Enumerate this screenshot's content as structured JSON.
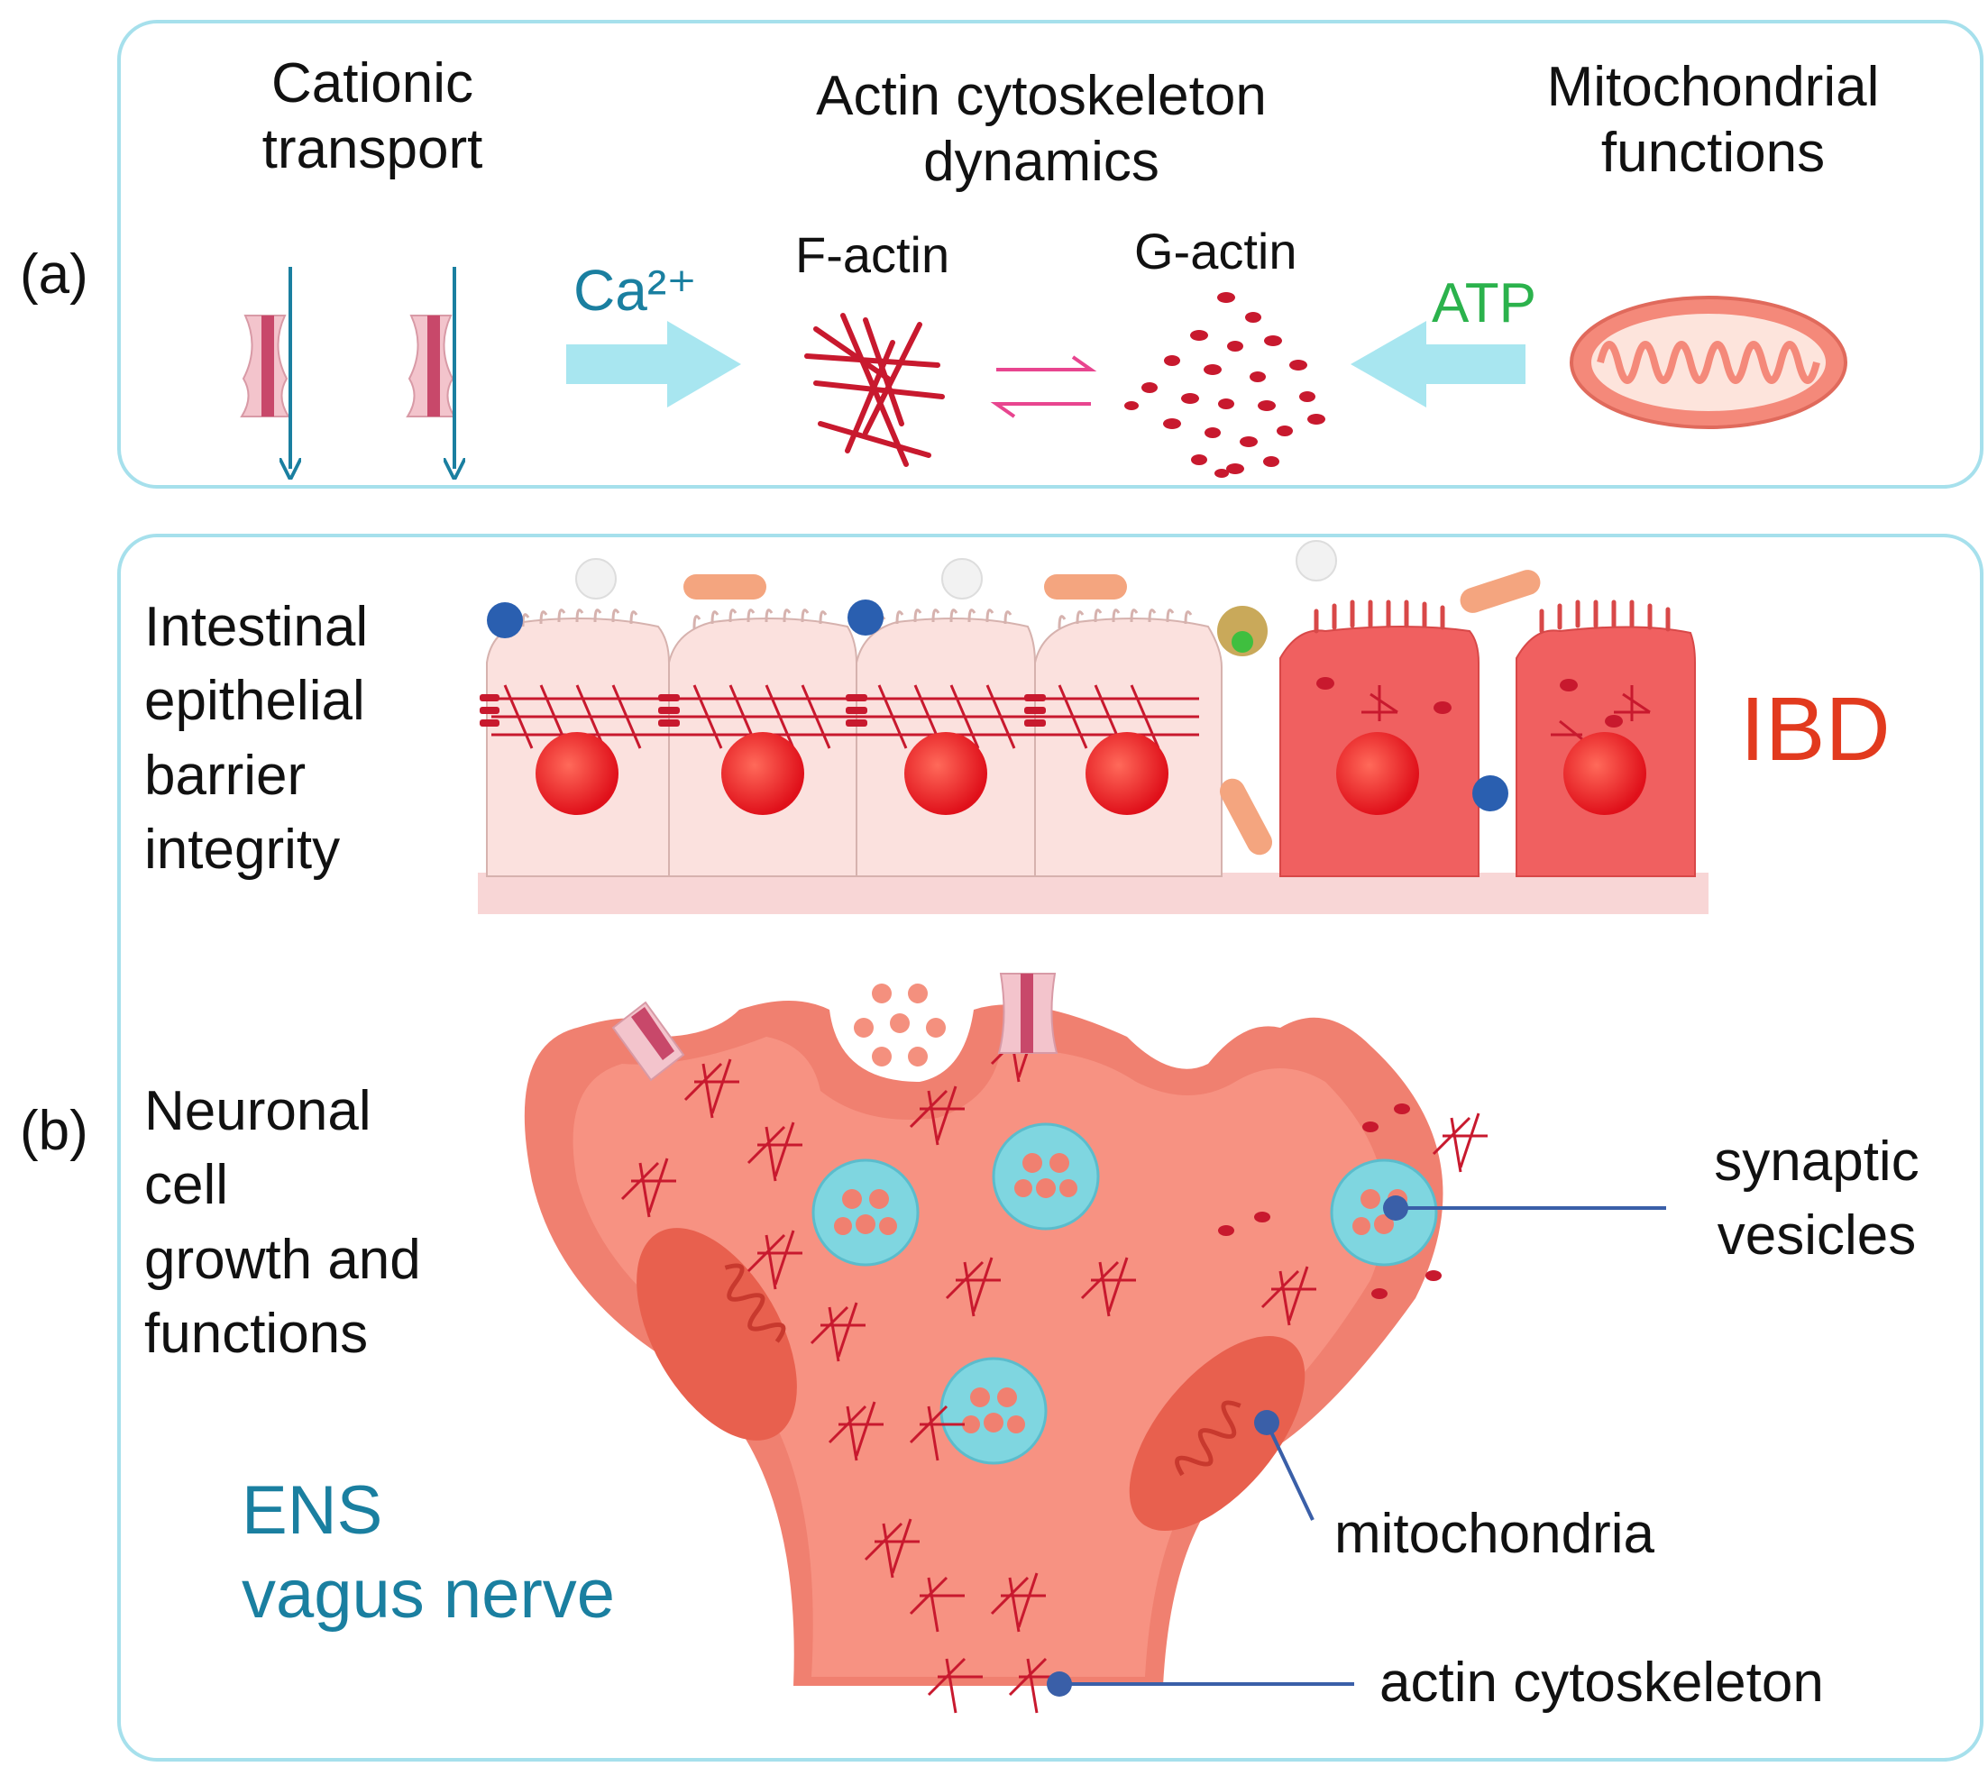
{
  "panel_a": {
    "label": "(a)",
    "cationic_title": [
      "Cationic",
      "transport"
    ],
    "actin_title": [
      "Actin cytoskeleton",
      "dynamics"
    ],
    "mito_title": [
      "Mitochondrial",
      "functions"
    ],
    "ca_label": "Ca²⁺",
    "f_actin_label": "F-actin",
    "g_actin_label": "G-actin",
    "atp_label": "ATP"
  },
  "panel_b": {
    "label": "(b)",
    "epithelial_title": [
      "Intestinal",
      "epithelial",
      "barrier",
      "integrity"
    ],
    "ibd_label": "IBD",
    "neuronal_title": [
      "Neuronal",
      "cell",
      "growth and",
      "functions"
    ],
    "ens_labels": [
      "ENS",
      "vagus nerve"
    ],
    "callouts": {
      "synaptic_vesicles": [
        "synaptic",
        "vesicles"
      ],
      "mitochondria": "mitochondria",
      "actin_cytoskeleton": "actin cytoskeleton"
    }
  },
  "colors": {
    "panel_border": "#a6e0ec",
    "arrow_fill": "#a8e6f0",
    "teal_text": "#1a7fa0",
    "ibd_text": "#e23a1e",
    "atp_text": "#2bb24c",
    "actin_red": "#c8192e",
    "cell_salmon": "#f08070",
    "vesicle_cyan": "#7fd6e0",
    "callout_blue": "#3a5fa8",
    "equilibrium_pink": "#e8458f"
  }
}
